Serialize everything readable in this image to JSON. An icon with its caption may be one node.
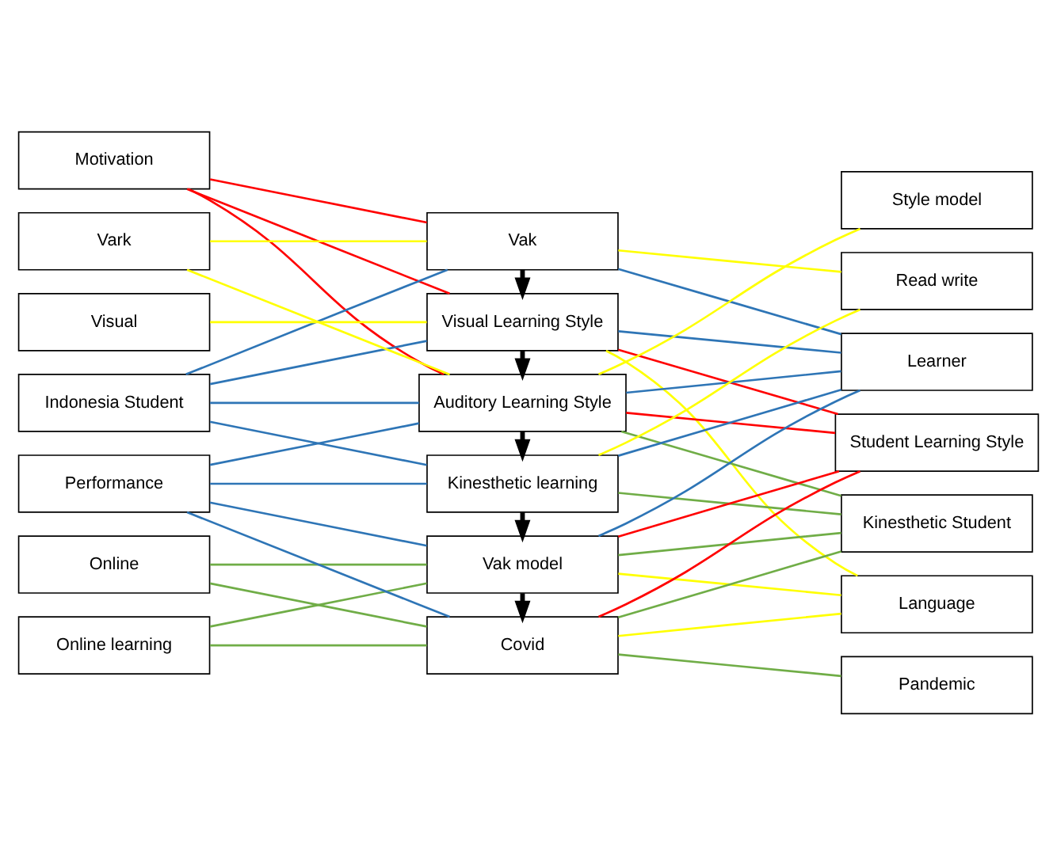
{
  "diagram": {
    "nodes": [
      {
        "text": [
          "Motivation"
        ]
      },
      {
        "text": [
          "Vak"
        ]
      },
      {
        "text": [
          "Student Learning Style"
        ]
      },
      {
        "text": [
          "Online learning"
        ]
      },
      {
        "text": [
          "Visual Learning Style"
        ]
      },
      {
        "text": [
          "Kinesthetic Student"
        ]
      },
      {
        "text": [
          "Online"
        ]
      },
      {
        "text": [
          "Auditory Learning Style"
        ]
      },
      {
        "text": [
          "Pandemic"
        ]
      },
      {
        "text": [
          "Indonesia Student"
        ]
      },
      {
        "text": [
          "Kinesthetic learning"
        ]
      },
      {
        "text": [
          "Learner"
        ]
      },
      {
        "text": [
          "Performance"
        ]
      },
      {
        "text": [
          "Read write"
        ]
      },
      {
        "text": [
          "Vak model"
        ]
      },
      {
        "text": [
          "Vark"
        ]
      },
      {
        "text": [
          "Style model"
        ]
      },
      {
        "text": [
          "Covid"
        ]
      },
      {
        "text": [
          "Visual"
        ]
      },
      {
        "text": [
          "Language"
        ]
      }
    ],
    "edges": [
      {
        "from": 1,
        "to": 4,
        "arrow": "to",
        "style": "thick",
        "color": "#000000"
      },
      {
        "from": 4,
        "to": 7,
        "arrow": "to",
        "style": "thick",
        "color": "#000000"
      },
      {
        "from": 7,
        "to": 10,
        "arrow": "to",
        "style": "thick",
        "color": "#000000"
      },
      {
        "from": 10,
        "to": 14,
        "arrow": "to",
        "style": "thick",
        "color": "#000000"
      },
      {
        "from": 14,
        "to": 17,
        "arrow": "to",
        "style": "thick",
        "color": "#000000"
      },
      {
        "from": 0,
        "to": 1,
        "arrow": "none",
        "color": "#ff0000"
      },
      {
        "from": 0,
        "to": 4,
        "arrow": "none",
        "color": "#ff0000"
      },
      {
        "from": 0,
        "to": 7,
        "arrow": "none",
        "color": "#ff0000"
      },
      {
        "from": 2,
        "to": 4,
        "arrow": "none",
        "color": "#ff0000"
      },
      {
        "from": 2,
        "to": 7,
        "arrow": "none",
        "color": "#ff0000"
      },
      {
        "from": 2,
        "to": 14,
        "arrow": "none",
        "color": "#ff0000"
      },
      {
        "from": 2,
        "to": 17,
        "arrow": "none",
        "color": "#ff0000"
      },
      {
        "from": 3,
        "to": 14,
        "arrow": "none",
        "color": "#70ad47"
      },
      {
        "from": 3,
        "to": 17,
        "arrow": "none",
        "color": "#70ad47"
      },
      {
        "from": 6,
        "to": 14,
        "arrow": "none",
        "color": "#70ad47"
      },
      {
        "from": 6,
        "to": 17,
        "arrow": "none",
        "color": "#70ad47"
      },
      {
        "from": 5,
        "to": 7,
        "arrow": "none",
        "color": "#70ad47"
      },
      {
        "from": 5,
        "to": 10,
        "arrow": "none",
        "color": "#70ad47"
      },
      {
        "from": 5,
        "to": 14,
        "arrow": "none",
        "color": "#70ad47"
      },
      {
        "from": 5,
        "to": 17,
        "arrow": "none",
        "color": "#70ad47"
      },
      {
        "from": 8,
        "to": 17,
        "arrow": "none",
        "color": "#70ad47"
      },
      {
        "from": 9,
        "to": 1,
        "arrow": "none"
      },
      {
        "from": 9,
        "to": 4,
        "arrow": "none"
      },
      {
        "from": 9,
        "to": 7,
        "arrow": "none"
      },
      {
        "from": 9,
        "to": 10,
        "arrow": "none"
      },
      {
        "from": 12,
        "to": 7,
        "arrow": "none"
      },
      {
        "from": 12,
        "to": 10,
        "arrow": "none"
      },
      {
        "from": 12,
        "to": 14,
        "arrow": "none"
      },
      {
        "from": 12,
        "to": 17,
        "arrow": "none"
      },
      {
        "from": 11,
        "to": 1,
        "arrow": "none"
      },
      {
        "from": 11,
        "to": 4,
        "arrow": "none"
      },
      {
        "from": 11,
        "to": 7,
        "arrow": "none"
      },
      {
        "from": 11,
        "to": 10,
        "arrow": "none"
      },
      {
        "from": 11,
        "to": 14,
        "arrow": "none"
      },
      {
        "from": 15,
        "to": 1,
        "arrow": "none",
        "color": "#ffff00"
      },
      {
        "from": 15,
        "to": 7,
        "arrow": "none",
        "color": "#ffff00"
      },
      {
        "from": 18,
        "to": 4,
        "arrow": "none",
        "color": "#ffff00"
      },
      {
        "from": 13,
        "to": 1,
        "arrow": "none",
        "color": "#ffff00"
      },
      {
        "from": 13,
        "to": 10,
        "arrow": "none",
        "color": "#ffff00"
      },
      {
        "from": 16,
        "to": 7,
        "arrow": "none",
        "color": "#ffff00"
      },
      {
        "from": 19,
        "to": 4,
        "arrow": "none",
        "color": "#ffff00"
      },
      {
        "from": 19,
        "to": 14,
        "arrow": "none",
        "color": "#ffff00"
      },
      {
        "from": 19,
        "to": 17,
        "arrow": "none",
        "color": "#ffff00"
      }
    ]
  }
}
